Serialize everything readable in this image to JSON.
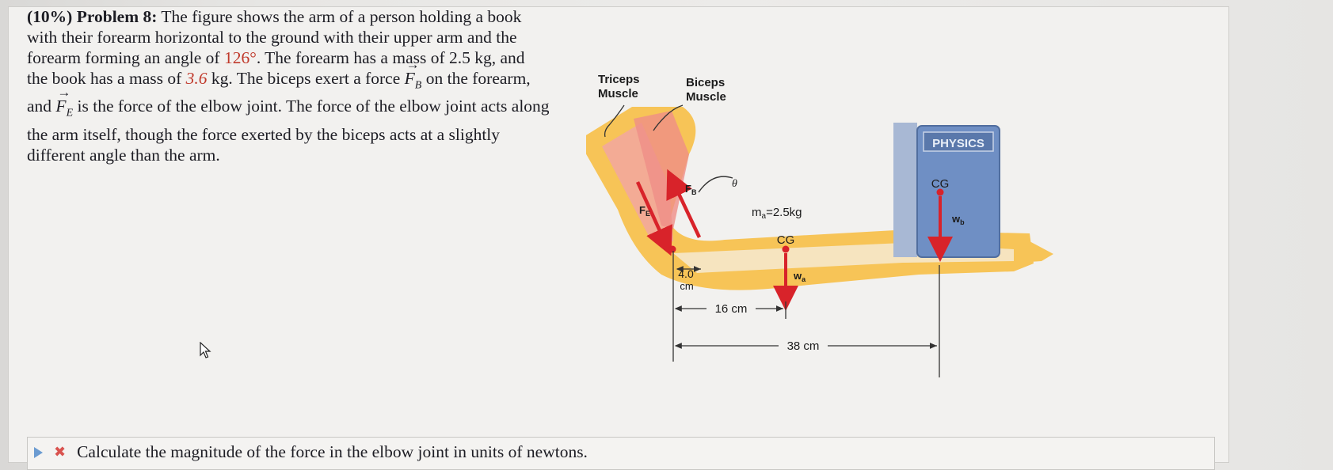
{
  "problem": {
    "weight": "(10%)",
    "label": "Problem 8:",
    "text_1": " The figure shows the arm of a person holding a book with their forearm horizontal to the ground with their upper arm and the forearm forming an angle of ",
    "angle": "126°",
    "text_2": ". The forearm has a mass of 2.5 kg, and the book has a mass of ",
    "book_mass": "3.6",
    "text_3": " kg. The biceps exert a force ",
    "fb_symbol": "F",
    "fb_sub": "B",
    "text_4": " on the forearm, and ",
    "fe_symbol": "F",
    "fe_sub": "E",
    "text_5": " is the force of the elbow joint. The force of the elbow joint acts along the arm itself, though the force exerted by the biceps acts at a slightly different angle than the arm."
  },
  "figure": {
    "triceps_label_1": "Triceps",
    "triceps_label_2": "Muscle",
    "biceps_label_1": "Biceps",
    "biceps_label_2": "Muscle",
    "book_title": "PHYSICS",
    "book_cg": "CG",
    "book_weight": "w",
    "book_weight_sub": "b",
    "theta": "θ",
    "arm_mass": "m",
    "arm_mass_sub": "a",
    "arm_mass_value": "=2.5kg",
    "arm_cg": "CG",
    "arm_weight": "w",
    "arm_weight_sub": "a",
    "fb_label": "F",
    "fb_label_sub": "B",
    "fe_label": "F",
    "fe_label_sub": "E",
    "dist_small_value": "4.0",
    "dist_small_unit": "cm",
    "dist_mid": "16 cm",
    "dist_long": "38 cm"
  },
  "question": {
    "text": "Calculate the magnitude of the force in the elbow joint in units of newtons."
  }
}
